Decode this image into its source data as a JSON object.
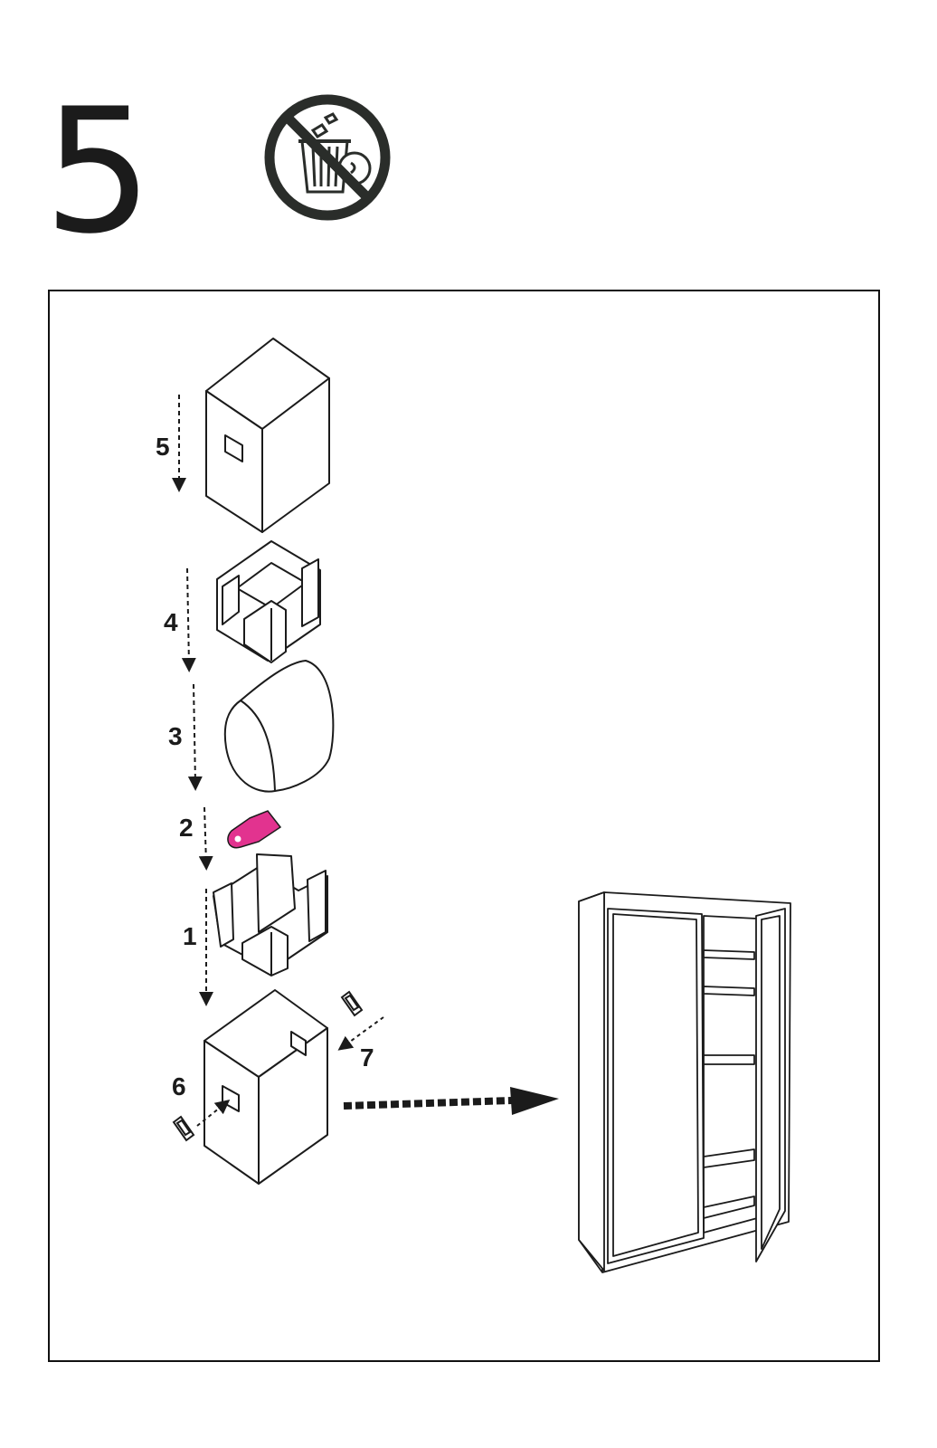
{
  "step": {
    "number": "5"
  },
  "prohibition_icon": "no-trash-disposal-icon",
  "sequence_labels": {
    "l1": "1",
    "l2": "2",
    "l3": "3",
    "l4": "4",
    "l5": "5",
    "l6": "6",
    "l7": "7"
  },
  "colors": {
    "line": "#1b1b1b",
    "accent_tag": "#e2338f",
    "icon": "#2a2d2a"
  }
}
